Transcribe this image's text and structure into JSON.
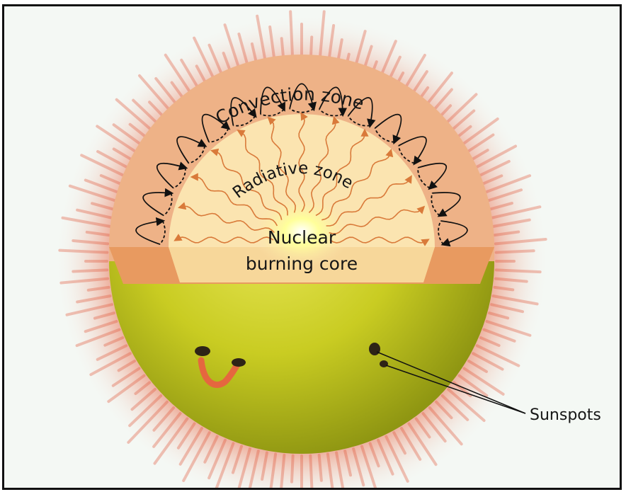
{
  "diagram": {
    "labels": {
      "convection": "Convection zone",
      "radiative": "Radiative zone",
      "core_line1": "Nuclear",
      "core_line2": "burning core",
      "sunspots": "Sunspots"
    },
    "colors": {
      "frame_background": "#f4f8f4",
      "corona": "#e0553a",
      "sun_surface": "#c9cc22",
      "sun_surface_shadow": "#8f9612",
      "convection_zone": "#eeb287",
      "radiative_zone": "#fbe4b0",
      "core_glow": "#ffff7a",
      "cut_face_band": "#e89a60",
      "arrow": "#d97a3a",
      "sunspot": "#2e2416",
      "prominence": "#e5673f"
    }
  }
}
